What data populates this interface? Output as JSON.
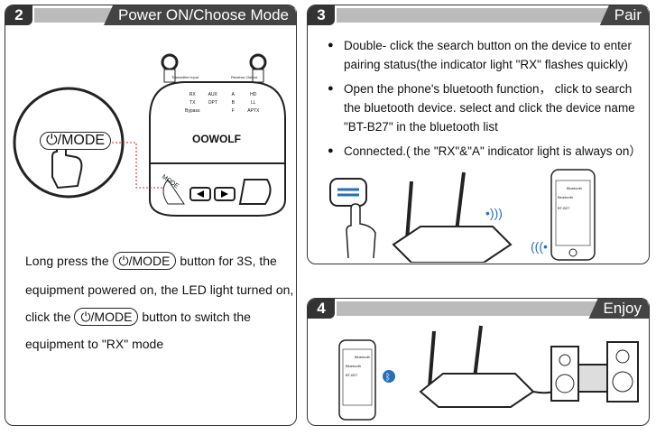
{
  "step2": {
    "number": "2",
    "title": "Power ON/Choose Mode",
    "device": {
      "brand": "OOWOLF",
      "port_left": "Transmitter Input",
      "port_right": "Receiver Output",
      "indicators": [
        "RX",
        "AUX",
        "A",
        "HD",
        "TX",
        "OPT",
        "B",
        "LL",
        "Bypass",
        "F",
        "APTX"
      ],
      "mode_button": "MODE"
    },
    "callout_button": "⏻/MODE",
    "text": {
      "p1a": "Long press the",
      "btn": "⏻/MODE",
      "p1b": "button for 3S, the",
      "p2": "equipment powered on, the LED light turned on,",
      "p3a": "click the",
      "p3b": "button to switch the",
      "p4": "equipment to \"RX\" mode"
    }
  },
  "step3": {
    "number": "3",
    "title": "Pair",
    "bullets": [
      "Double- click the search button on the device to enter pairing status(the indicator light \"RX\" flashes quickly)",
      "Open the phone's bluetooth function， click to search the bluetooth device. select and click the device name \"BT-B27\" in the bluetooth list",
      "Connected.( the \"RX\"&\"A\" indicator light is always on）"
    ],
    "phone": {
      "header": "Bluetooth",
      "row1": "Bluetooth",
      "row2": "BT-B27"
    }
  },
  "step4": {
    "number": "4",
    "title": "Enjoy",
    "phone": {
      "header": "Bluetooth",
      "row1": "Bluetooth",
      "row2": "BT-B27"
    }
  }
}
